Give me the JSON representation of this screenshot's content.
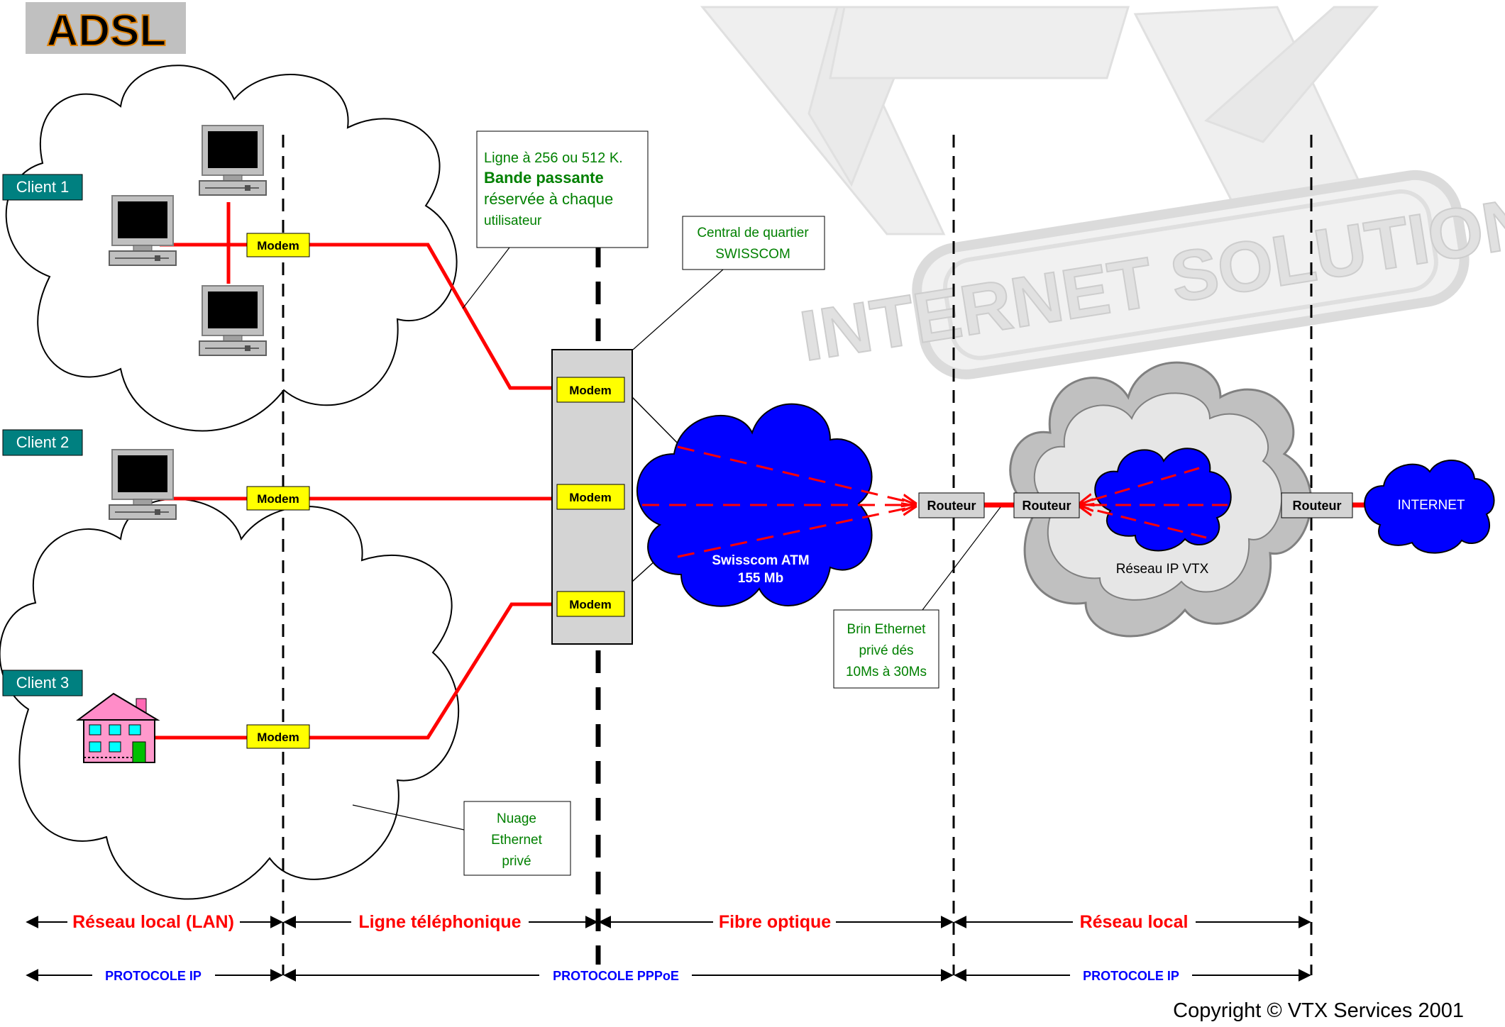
{
  "logo": {
    "text": "ADSL"
  },
  "watermark": {
    "brand": "VTX",
    "tagline": "INTERNET SOLUTIONS"
  },
  "clients": [
    {
      "label": "Client 1"
    },
    {
      "label": "Client 2"
    },
    {
      "label": "Client 3"
    }
  ],
  "modem_label": "Modem",
  "router_label": "Routeur",
  "callouts": {
    "line": {
      "l1": "Ligne à 256 ou 512 K.",
      "l2": "Bande passante",
      "l3": "réservée à chaque",
      "l4": "utilisateur"
    },
    "central": {
      "l1": "Central de quartier",
      "l2": "SWISSCOM"
    },
    "ethernet_strand": {
      "l1": "Brin Ethernet",
      "l2": "privé dés",
      "l3": "10Ms à 30Ms"
    },
    "cloud": {
      "l1": "Nuage",
      "l2": "Ethernet",
      "l3": "privé"
    }
  },
  "clouds": {
    "atm": {
      "l1": "Swisscom ATM",
      "l2": "155 Mb"
    },
    "vtx": {
      "label": "Réseau IP VTX"
    },
    "internet": {
      "label": "INTERNET"
    }
  },
  "segments": [
    {
      "label": "Réseau local (LAN)"
    },
    {
      "label": "Ligne téléphonique"
    },
    {
      "label": "Fibre optique"
    },
    {
      "label": "Réseau local"
    }
  ],
  "protocols": [
    {
      "label": "PROTOCOLE IP"
    },
    {
      "label": "PROTOCOLE PPPoE"
    },
    {
      "label": "PROTOCOLE IP"
    }
  ],
  "copyright": "Copyright ©  VTX Services 2001",
  "colors": {
    "link_red": "#ff0000",
    "modem_yellow": "#ffff00",
    "client_badge": "#008080",
    "atm_blue": "#0000ff",
    "vtx_grey": "#c0c0c0",
    "watermark_grey": "#e6e6e6",
    "text_green": "#008000",
    "protocol_blue": "#0000ff"
  }
}
